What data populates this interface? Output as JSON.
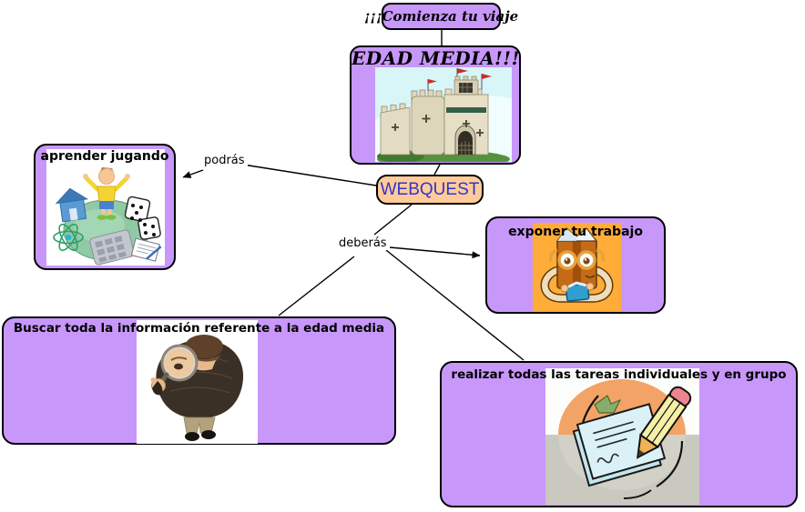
{
  "diagram": {
    "title_node": "EDAD MEDIA!!!",
    "nodes": {
      "start": {
        "label": "¡¡¡Comienza tu viaje"
      },
      "edad_media": {
        "label": "EDAD MEDIA!!!",
        "image": "medieval-castle"
      },
      "webquest": {
        "label": "WEBQUEST"
      },
      "aprender": {
        "label": "aprender jugando",
        "image": "child-playing-on-globe"
      },
      "exponer": {
        "label": "exponer tu trabajo",
        "image": "book-character-reading"
      },
      "buscar": {
        "label": "Buscar toda la información referente a la edad media",
        "image": "person-with-magnifying-glass"
      },
      "realizar": {
        "label": "realizar todas las tareas individuales y en grupo",
        "image": "pencil-writing-on-paper"
      }
    },
    "links": {
      "podras": {
        "label": "podrás",
        "from": "WEBQUEST",
        "to": [
          "aprender jugando"
        ]
      },
      "deberas": {
        "label": "deberás",
        "from": "WEBQUEST",
        "to": [
          "exponer tu trabajo",
          "Buscar toda la información referente a la edad media",
          "realizar todas las tareas individuales y en grupo"
        ]
      }
    },
    "unlabeled_connections": [
      [
        "¡¡¡Comienza tu viaje",
        "EDAD MEDIA!!!"
      ],
      [
        "EDAD MEDIA!!!",
        "WEBQUEST"
      ]
    ],
    "colors": {
      "node_fill": "#c897fa",
      "node_border": "#000000",
      "webquest_fill": "#ffcc99",
      "webquest_text": "#3333cc",
      "line": "#000000"
    }
  }
}
